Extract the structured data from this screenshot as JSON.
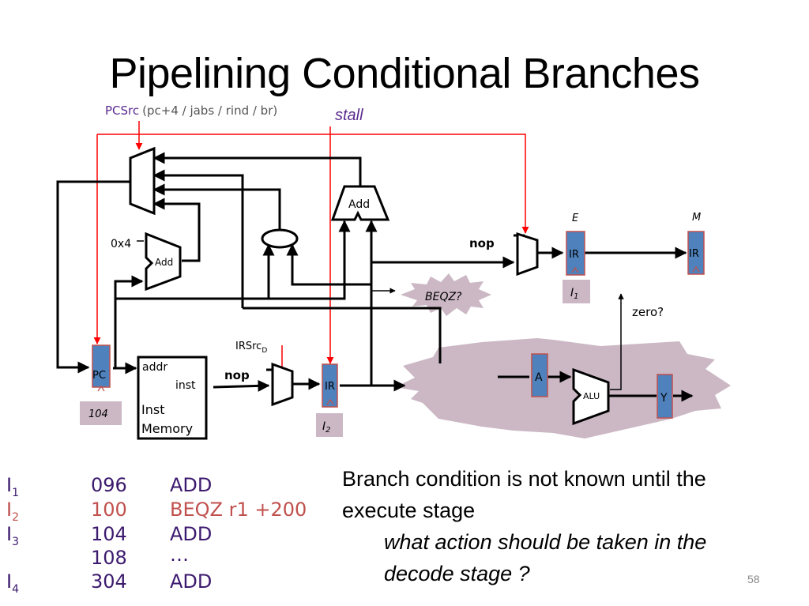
{
  "slide": {
    "title": "Pipelining Conditional Branches",
    "page_number": "58"
  },
  "colors": {
    "control_signal": "#ff0000",
    "register_fill": "#4f81bd",
    "register_border": "#c0504d",
    "annotation_bg": "#cbb8c4",
    "code_text": "#3c1a6e",
    "highlight_text": "#c0504d"
  },
  "diagram": {
    "pcsrc_label": "PCSrc",
    "pcsrc_options": "(pc+4 / jabs / rind / br)",
    "stall_label": "stall",
    "const_label": "0x4",
    "pc_adder_label": "Add",
    "branch_adder_label": "Add",
    "pc_register_label": "PC",
    "pc_value": "104",
    "imem": {
      "addr_label": "addr",
      "inst_label": "inst",
      "name_line1": "Inst",
      "name_line2": "Memory"
    },
    "irsrc_label": "IRSrc",
    "irsrc_sub": "D",
    "decode_nop_label": "nop",
    "decode_ir_label": "IR",
    "decode_instr_name": "I",
    "decode_instr_sub": "2",
    "beqz_label": "BEQZ?",
    "exec_nop_label": "nop",
    "exec_stage_label": "E",
    "exec_ir_label": "IR",
    "exec_instr_name": "I",
    "exec_instr_sub": "1",
    "mem_stage_label": "M",
    "mem_ir_label": "IR",
    "zero_label": "zero?",
    "a_register_label": "A",
    "alu_label": "ALU",
    "y_register_label": "Y"
  },
  "program": [
    {
      "name": "I",
      "sub": "1",
      "address": "096",
      "instruction": "ADD",
      "highlight": false
    },
    {
      "name": "I",
      "sub": "2",
      "address": "100",
      "instruction": "BEQZ r1 +200",
      "highlight": true
    },
    {
      "name": "I",
      "sub": "3",
      "address": "104",
      "instruction": "ADD",
      "highlight": false
    },
    {
      "name": "",
      "sub": "",
      "address": "108",
      "instruction": "…",
      "highlight": false
    },
    {
      "name": "I",
      "sub": "4",
      "address": "304",
      "instruction": "ADD",
      "highlight": false
    }
  ],
  "notes": {
    "line1": "Branch condition is not known until the",
    "line2": "execute stage",
    "question1": "what action should be taken in the",
    "question2": "decode stage ?"
  }
}
